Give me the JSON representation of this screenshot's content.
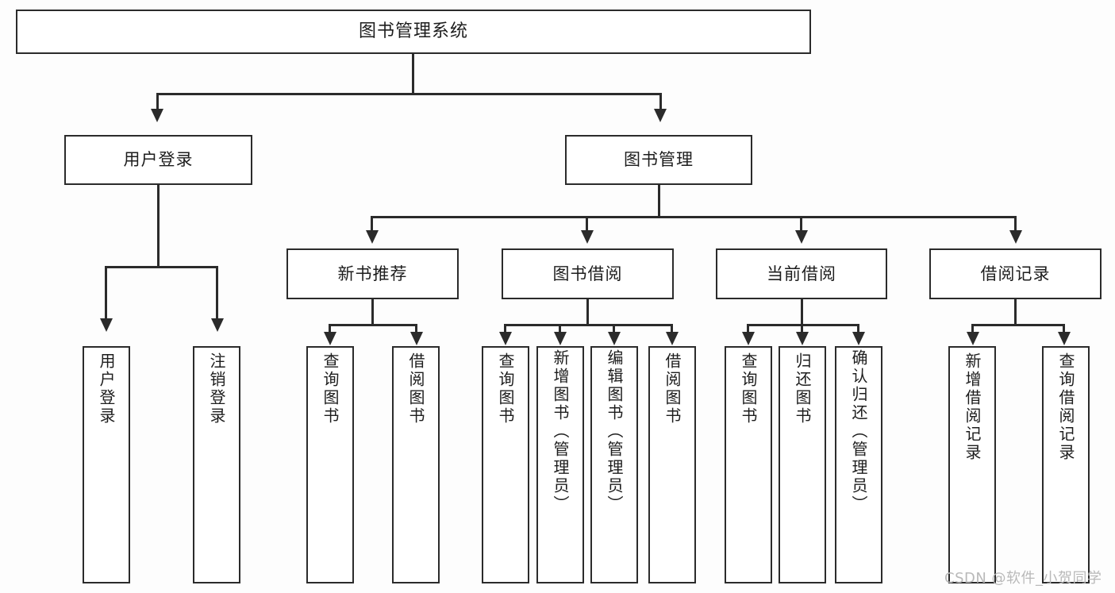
{
  "diagram": {
    "type": "tree-hierarchy-chart",
    "title": "图书管理系统",
    "watermark": "CSDN @软件_小贺同学",
    "colors": {
      "stroke": "#2b2b2b",
      "box_fill": "#ffffff",
      "background": "#fdfdfd",
      "text": "#1d1d1d",
      "watermark": "#b9b9b9"
    },
    "root": {
      "label": "图书管理系统"
    },
    "level2": [
      {
        "label": "用户登录"
      },
      {
        "label": "图书管理"
      }
    ],
    "level3": [
      {
        "label": "新书推荐"
      },
      {
        "label": "图书借阅"
      },
      {
        "label": "当前借阅"
      },
      {
        "label": "借阅记录"
      }
    ],
    "leaves": {
      "user_login": [
        {
          "label": "用户登录"
        },
        {
          "label": "注销登录"
        }
      ],
      "new_book_recommend": [
        {
          "label": "查询图书"
        },
        {
          "label": "借阅图书"
        }
      ],
      "book_borrow": [
        {
          "label": "查询图书"
        },
        {
          "label": "新增图书（管理员）"
        },
        {
          "label": "编辑图书（管理员）"
        },
        {
          "label": "借阅图书"
        }
      ],
      "current_borrow": [
        {
          "label": "查询图书"
        },
        {
          "label": "归还图书"
        },
        {
          "label": "确认归还（管理员）"
        }
      ],
      "borrow_record": [
        {
          "label": "新增借阅记录"
        },
        {
          "label": "查询借阅记录"
        }
      ]
    }
  }
}
